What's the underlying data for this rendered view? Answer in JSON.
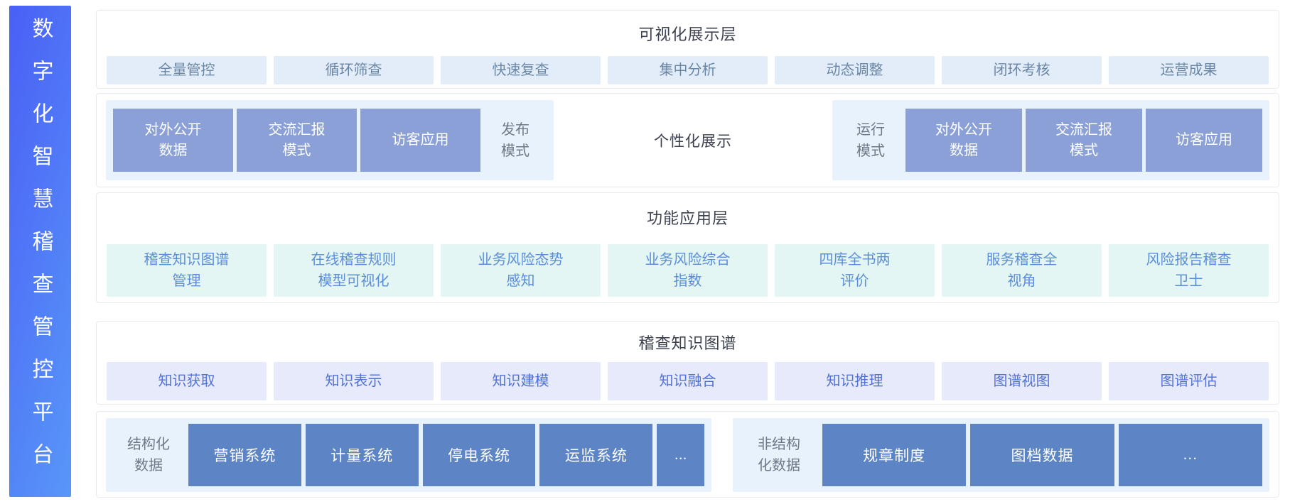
{
  "sidebar": {
    "title": "数字化智慧稽查管控平台"
  },
  "colors": {
    "sidebar_gradient_start": "#4a5ff6",
    "sidebar_gradient_end": "#5897f8",
    "light_blue_chip_bg": "#e3edf9",
    "panel_light_blue_bg": "#e8f2fc",
    "periwinkle_box_bg": "#8aa0d7",
    "deep_blue_box_bg": "#5d85c5",
    "mint_chip_bg": "#e4f6f4",
    "lavender_chip_bg": "#e7eafb",
    "chip_text_gray_blue": "#6b87a6",
    "chip_text_blue": "#5b8ed8",
    "chip_text_indigo": "#5272d8",
    "label_gray": "#6f7886",
    "title_dark": "#3d4250"
  },
  "layers": {
    "visualization": {
      "title": "可视化展示层",
      "items": [
        "全量管控",
        "循环筛查",
        "快速复查",
        "集中分析",
        "动态调整",
        "闭环考核",
        "运营成果"
      ]
    },
    "display_mode": {
      "publish_group": {
        "boxes": [
          "对外公开\n数据",
          "交流汇报\n模式",
          "访客应用"
        ],
        "label": "发布\n模式"
      },
      "center_label": "个性化展示",
      "run_group": {
        "label": "运行\n模式",
        "boxes": [
          "对外公开\n数据",
          "交流汇报\n模式",
          "访客应用"
        ]
      }
    },
    "function_application": {
      "title": "功能应用层",
      "items": [
        "稽查知识图谱\n管理",
        "在线稽查规则\n模型可视化",
        "业务风险态势\n感知",
        "业务风险综合\n指数",
        "四库全书两\n评价",
        "服务稽查全\n视角",
        "风险报告稽查\n卫士"
      ]
    },
    "knowledge_graph": {
      "title": "稽查知识图谱",
      "items": [
        "知识获取",
        "知识表示",
        "知识建模",
        "知识融合",
        "知识推理",
        "图谱视图",
        "图谱评估"
      ]
    },
    "data_source": {
      "structured": {
        "label": "结构化\n数据",
        "systems": [
          "营销系统",
          "计量系统",
          "停电系统",
          "运监系统",
          "..."
        ]
      },
      "unstructured": {
        "label": "非结构\n化数据",
        "systems": [
          "规章制度",
          "图档数据",
          "..."
        ]
      }
    }
  }
}
